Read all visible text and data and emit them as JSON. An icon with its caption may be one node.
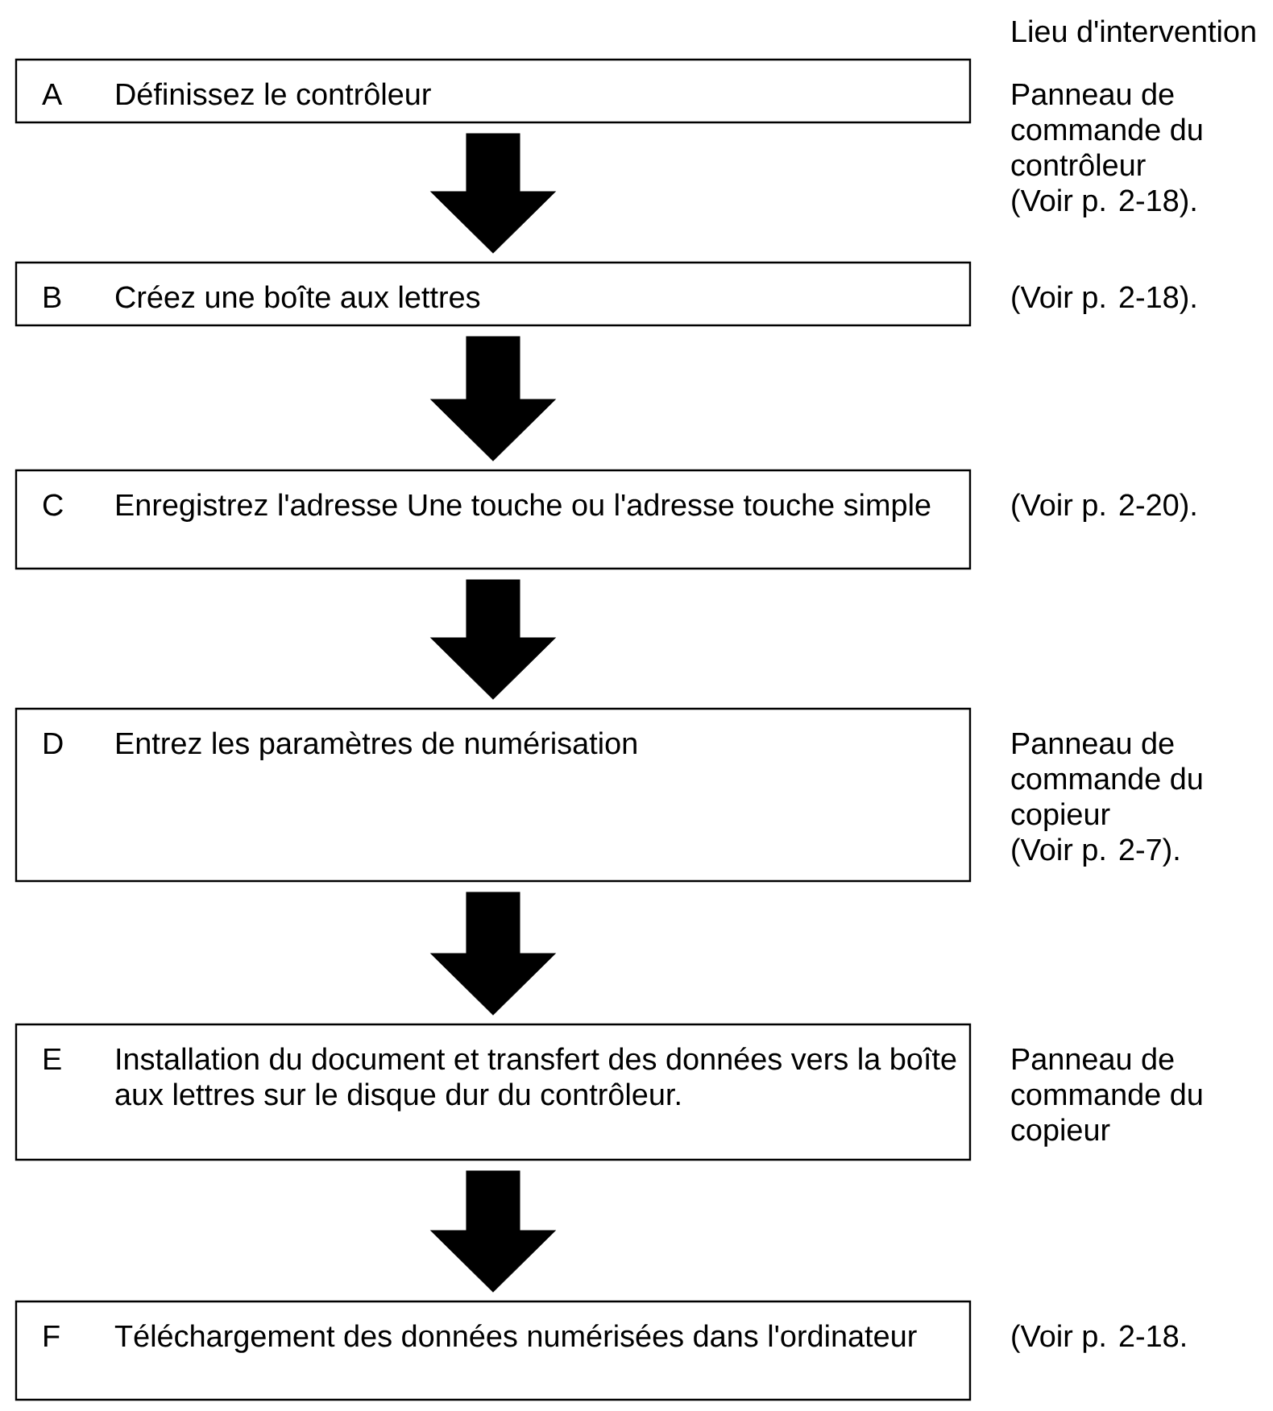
{
  "diagram": {
    "nodes": [
      {
        "text": [
          "A",
          "Définissez le contrôleur"
        ],
        "beside": [
          "Panneau de commande du contrôleur",
          "(Voir p. 2-18)."
        ]
      },
      {
        "text": [
          "B",
          "Créez une boîte aux lettres"
        ],
        "beside": [
          "(Voir p. 2-18)."
        ]
      },
      {
        "text": [
          "C",
          "Enregistrez l'adresse Une touche ou l'adresse touche simple"
        ],
        "beside": [
          "(Voir p. 2-20)."
        ]
      },
      {
        "text": [
          "D",
          "Entrez les paramètres de numérisation"
        ],
        "beside": [
          "Panneau de commande du copieur",
          "(Voir p. 2-7)."
        ]
      },
      {
        "text": [
          "E",
          "Installation du document et transfert des données vers la boîte aux lettres sur le disque dur du contrôleur."
        ],
        "beside": [
          "Panneau de commande du copieur"
        ]
      },
      {
        "text": [
          "F",
          "Téléchargement des données numérisées dans l'ordinateur"
        ],
        "beside": [
          "(Voir p. 2-18."
        ]
      }
    ],
    "edges": [
      {
        "from": 0,
        "to": 1,
        "arrow": "to"
      },
      {
        "from": 1,
        "to": 2,
        "arrow": "to"
      },
      {
        "from": 2,
        "to": 3,
        "arrow": "to"
      },
      {
        "from": 3,
        "to": 4,
        "arrow": "to"
      },
      {
        "from": 4,
        "to": 5,
        "arrow": "to"
      }
    ],
    "labels": [
      "Lieu d'intervention"
    ]
  }
}
